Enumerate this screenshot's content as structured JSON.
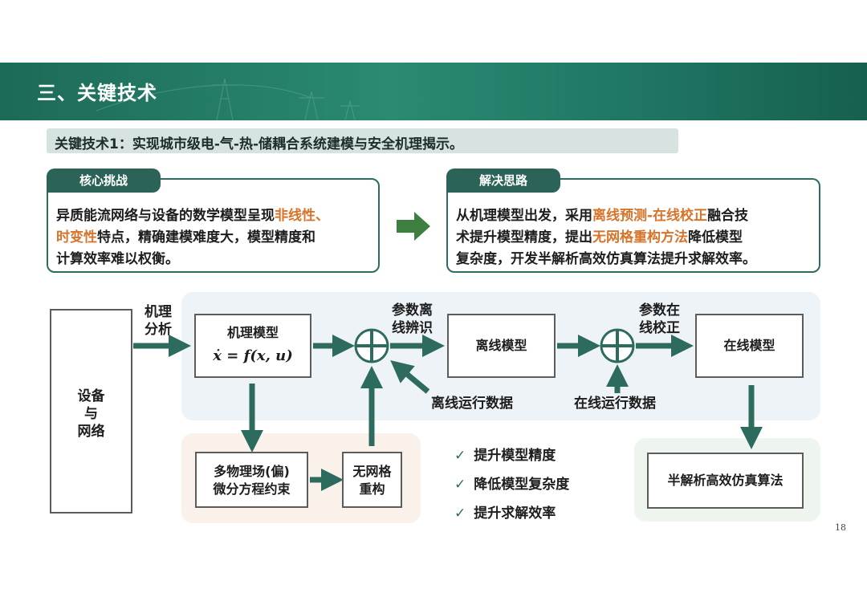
{
  "header": {
    "title": "三、关键技术"
  },
  "topic": "关键技术1：实现城市级电-气-热-储耦合系统建模与安全机理揭示。",
  "challenge": {
    "tab": "核心挑战",
    "t1": "异质能流网络与设备的数学模型呈现",
    "h1": "非线性、",
    "h2": "时变性",
    "t2": "特点，精确建模难度大，模型精度和",
    "t3": "计算效率难以权衡。"
  },
  "solution": {
    "tab": "解决思路",
    "t1": "从机理模型出发，采用",
    "h1": "离线预测-在线校正",
    "t2": "融合技",
    "t3": "术提升模型精度，提出",
    "h2": "无网格重构方法",
    "t4": "降低模型",
    "t5": "复杂度，开发半解析高效仿真算法提升求解效率。"
  },
  "diagram": {
    "device_box": [
      "设备",
      "与",
      "网络"
    ],
    "mechanism_analysis": [
      "机理",
      "分析"
    ],
    "mechanism_model": {
      "title": "机理模型",
      "equation": "ẋ = f(x, u)"
    },
    "param_offline_id": [
      "参数离",
      "线辨识"
    ],
    "offline_model": "离线模型",
    "param_online_correct": [
      "参数在",
      "线校正"
    ],
    "online_model": "在线模型",
    "offline_data": "离线运行数据",
    "online_data": "在线运行数据",
    "pde_constraint": [
      "多物理场(偏)",
      "微分方程约束"
    ],
    "meshless": [
      "无网格",
      "重构"
    ],
    "semi_analytic": "半解析高效仿真算法",
    "benefits": [
      "提升模型精度",
      "降低模型复杂度",
      "提升求解效率"
    ]
  },
  "page_number": "18",
  "colors": {
    "banner": "#1f7562",
    "accent": "#2e6b5f",
    "highlight": "#d8732a",
    "arrow_green": "#3d7f3e"
  }
}
